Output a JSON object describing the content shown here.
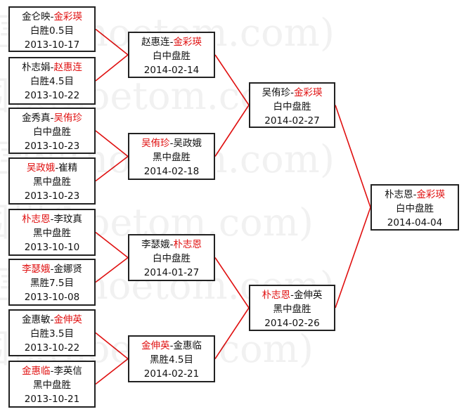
{
  "watermark": "围棋(hoetom.com)",
  "colors": {
    "winner": "#e01010",
    "line": "#e01010",
    "border": "#222222"
  },
  "matches": {
    "r1_1": {
      "p1": "金仑映",
      "p2": "金彩瑛",
      "winner": "p2",
      "result": "白胜0.5目",
      "date": "2013-10-17"
    },
    "r1_2": {
      "p1": "朴志娟",
      "p2": "赵惠连",
      "winner": "p2",
      "result": "白胜4.5目",
      "date": "2013-10-22"
    },
    "r1_3": {
      "p1": "金秀真",
      "p2": "吴侑珍",
      "winner": "p2",
      "result": "白中盘胜",
      "date": "2013-10-23"
    },
    "r1_4": {
      "p1": "吴政娥",
      "p2": "崔精",
      "winner": "p1",
      "result": "黑中盘胜",
      "date": "2013-10-23"
    },
    "r1_5": {
      "p1": "朴志恩",
      "p2": "李玟真",
      "winner": "p1",
      "result": "黑中盘胜",
      "date": "2013-10-10"
    },
    "r1_6": {
      "p1": "李瑟娥",
      "p2": "金娜贤",
      "winner": "p1",
      "result": "黑胜7.5目",
      "date": "2013-10-08"
    },
    "r1_7": {
      "p1": "金惠敏",
      "p2": "金伸英",
      "winner": "p2",
      "result": "白胜3.5目",
      "date": "2013-10-22"
    },
    "r1_8": {
      "p1": "金惠临",
      "p2": "李英信",
      "winner": "p1",
      "result": "黑中盘胜",
      "date": "2013-10-21"
    },
    "r2_1": {
      "p1": "赵惠连",
      "p2": "金彩瑛",
      "winner": "p2",
      "result": "白中盘胜",
      "date": "2014-02-14"
    },
    "r2_2": {
      "p1": "吴侑珍",
      "p2": "吴政娥",
      "winner": "p1",
      "result": "黑中盘胜",
      "date": "2014-02-18"
    },
    "r2_3": {
      "p1": "李瑟娥",
      "p2": "朴志恩",
      "winner": "p2",
      "result": "白中盘胜",
      "date": "2014-01-27"
    },
    "r2_4": {
      "p1": "金伸英",
      "p2": "金惠临",
      "winner": "p1",
      "result": "黑胜4.5目",
      "date": "2014-02-21"
    },
    "r3_1": {
      "p1": "吴侑珍",
      "p2": "金彩瑛",
      "winner": "p2",
      "result": "白中盘胜",
      "date": "2014-02-27"
    },
    "r3_2": {
      "p1": "朴志恩",
      "p2": "金伸英",
      "winner": "p1",
      "result": "黑中盘胜",
      "date": "2014-02-26"
    },
    "final": {
      "p1": "朴志恩",
      "p2": "金彩瑛",
      "winner": "p2",
      "result": "白中盘胜",
      "date": "2014-04-04"
    }
  }
}
